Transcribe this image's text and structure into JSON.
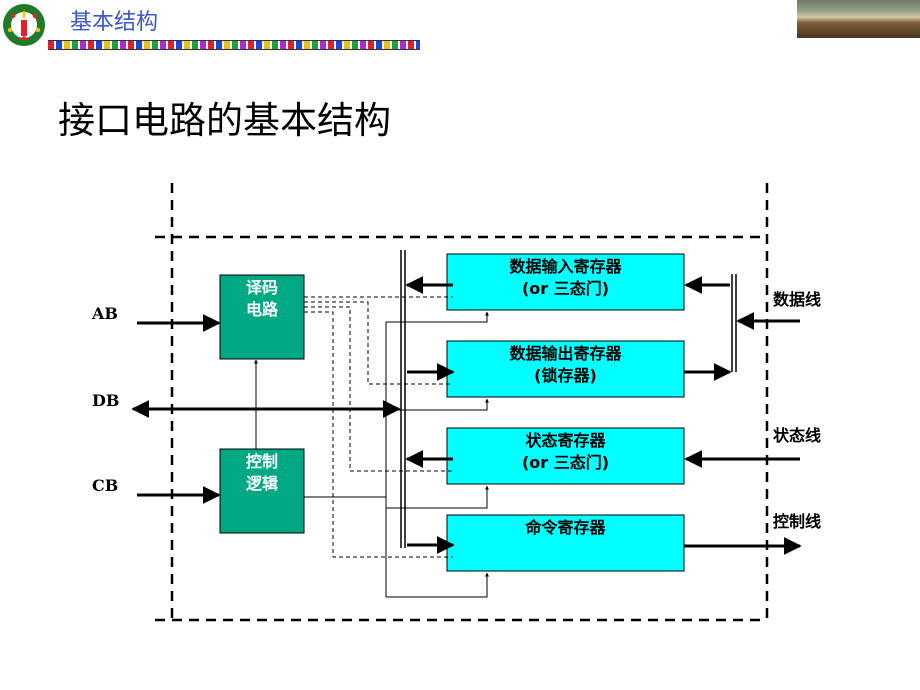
{
  "header": {
    "title": "基本结构"
  },
  "page": {
    "title": "接口电路的基本结构"
  },
  "left_blocks": [
    {
      "lines": [
        "译码",
        "电路"
      ]
    },
    {
      "lines": [
        "控制",
        "逻辑"
      ]
    }
  ],
  "registers": [
    {
      "lines": [
        "数据输入寄存器",
        "(or 三态门)"
      ]
    },
    {
      "lines": [
        "数据输出寄存器",
        "(锁存器)"
      ]
    },
    {
      "lines": [
        "状态寄存器",
        "(or 三态门)"
      ]
    },
    {
      "lines": [
        "命令寄存器"
      ]
    }
  ],
  "buses": {
    "ab": "AB",
    "db": "DB",
    "cb": "CB"
  },
  "external_lines": {
    "data": "数据线",
    "status": "状态线",
    "control": "控制线"
  },
  "colors": {
    "register_fill": "#00ffff",
    "logic_fill": "#00a884",
    "header_text": "#3a58c8"
  }
}
